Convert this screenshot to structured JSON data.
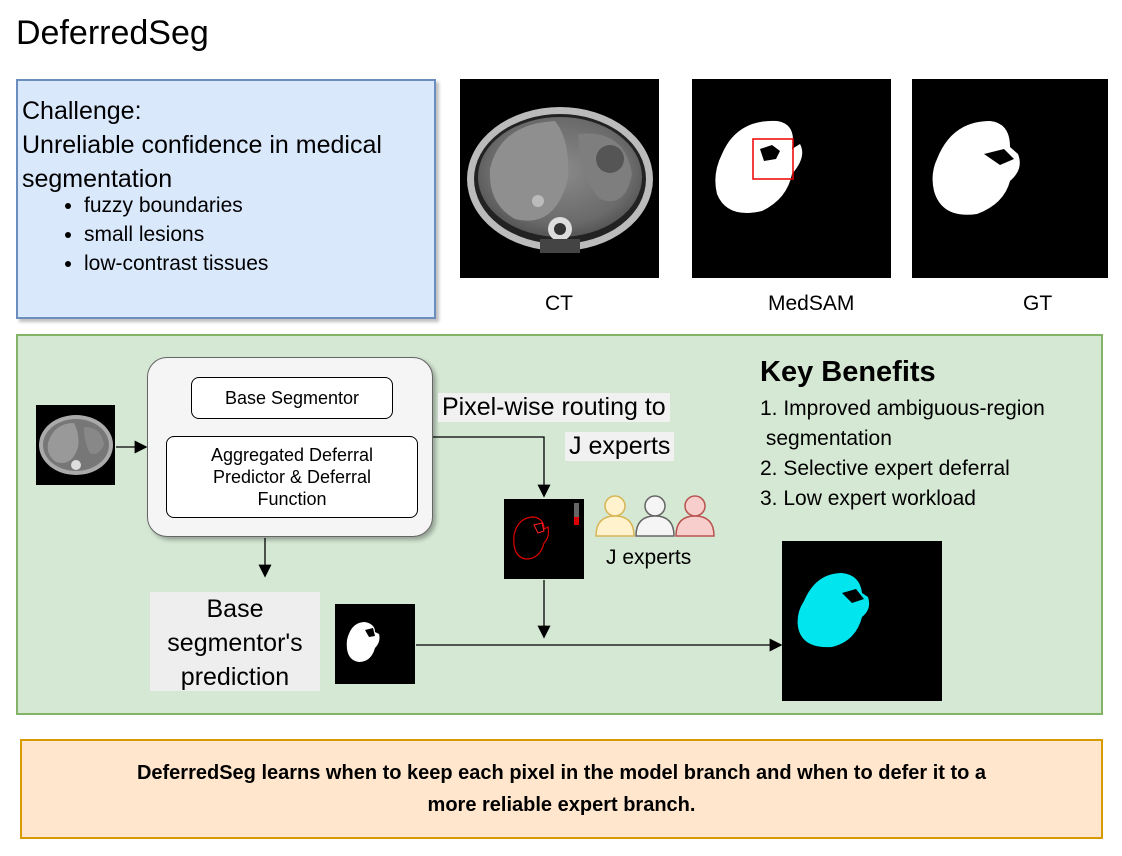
{
  "title": "DeferredSeg",
  "challenge": {
    "heading_line1": "Challenge:",
    "heading_line2": "Unreliable confidence in medical",
    "heading_line3": "segmentation",
    "bullets": [
      "fuzzy boundaries",
      "small lesions",
      "low-contrast tissues"
    ]
  },
  "images": {
    "ct_caption": "CT",
    "medsam_caption": "MedSAM",
    "gt_caption": "GT"
  },
  "pipeline": {
    "base_segmentor": "Base Segmentor",
    "aggregated_line1": "Aggregated Deferral",
    "aggregated_line2": "Predictor & Deferral",
    "aggregated_line3": "Function",
    "routing_line1": "Pixel-wise routing to",
    "routing_line2": "J experts",
    "experts_label": "J experts",
    "base_pred_line1": "Base",
    "base_pred_line2": "segmentor's",
    "base_pred_line3": "prediction"
  },
  "benefits": {
    "title": "Key Benefits",
    "items": [
      "1. Improved ambiguous-region",
      " segmentation",
      "2. Selective expert deferral",
      "3. Low expert workload"
    ]
  },
  "summary": {
    "line1": "DeferredSeg learns when to keep each pixel in the model branch and when to defer it to a",
    "line2": "more reliable expert branch."
  },
  "colors": {
    "challenge_fill": "#dae8fc",
    "pipeline_fill": "#d5e8d4",
    "summary_fill": "#ffe6cc",
    "expert_1": "#fff2cc",
    "expert_2": "#f5f5f5",
    "expert_3": "#f8cecc",
    "final_mask": "#00e5ee"
  }
}
